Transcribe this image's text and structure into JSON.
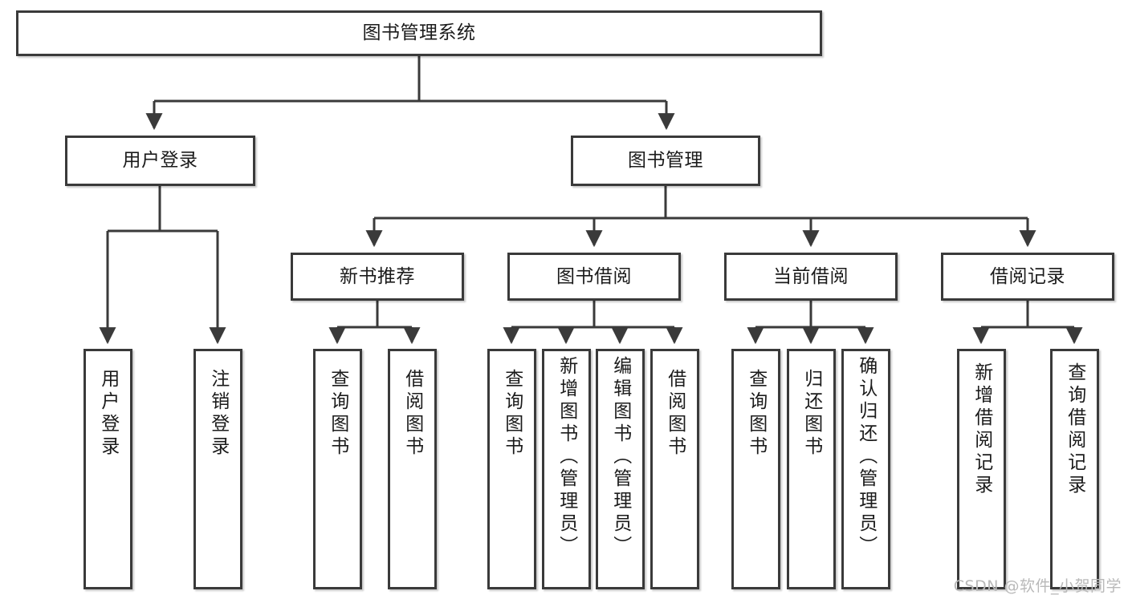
{
  "diagram": {
    "title": "图书管理系统",
    "type": "tree-hierarchy",
    "colors": {
      "stroke": "#3a3a3a",
      "fill": "#ffffff",
      "text": "#1b1b1b",
      "watermark": "#b9b9b9"
    },
    "root": {
      "label": "图书管理系统"
    },
    "level2": [
      {
        "label": "用户登录"
      },
      {
        "label": "图书管理"
      }
    ],
    "level3": [
      {
        "label": "新书推荐"
      },
      {
        "label": "图书借阅"
      },
      {
        "label": "当前借阅"
      },
      {
        "label": "借阅记录"
      }
    ],
    "leaves": {
      "user_login": [
        {
          "label": "用户登录"
        },
        {
          "label": "注销登录"
        }
      ],
      "new_book_recommend": [
        {
          "label": "查询图书"
        },
        {
          "label": "借阅图书"
        }
      ],
      "book_borrow": [
        {
          "label": "查询图书"
        },
        {
          "label": "新增图书（管理员）"
        },
        {
          "label": "编辑图书（管理员）"
        },
        {
          "label": "借阅图书"
        }
      ],
      "current_borrow": [
        {
          "label": "查询图书"
        },
        {
          "label": "归还图书"
        },
        {
          "label": "确认归还（管理员）"
        }
      ],
      "borrow_record": [
        {
          "label": "新增借阅记录"
        },
        {
          "label": "查询借阅记录"
        }
      ]
    },
    "watermark": "CSDN @软件_小贺同学"
  }
}
